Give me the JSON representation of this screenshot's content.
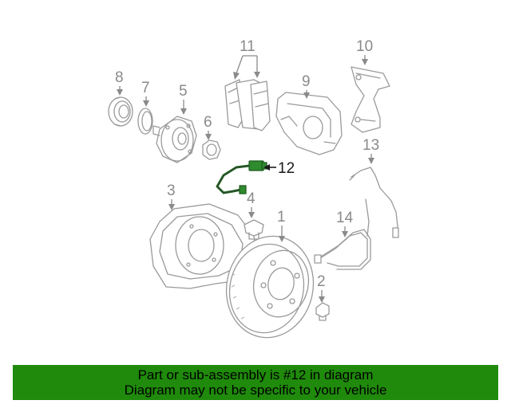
{
  "diagram": {
    "callouts": [
      "1",
      "2",
      "3",
      "4",
      "5",
      "6",
      "7",
      "8",
      "9",
      "10",
      "11",
      "12",
      "13",
      "14"
    ],
    "highlighted": "12"
  },
  "banner": {
    "line1": "Part or sub-assembly is #12 in diagram",
    "line2": "Diagram may not be specific to your vehicle",
    "color": "#1f8a0b"
  }
}
